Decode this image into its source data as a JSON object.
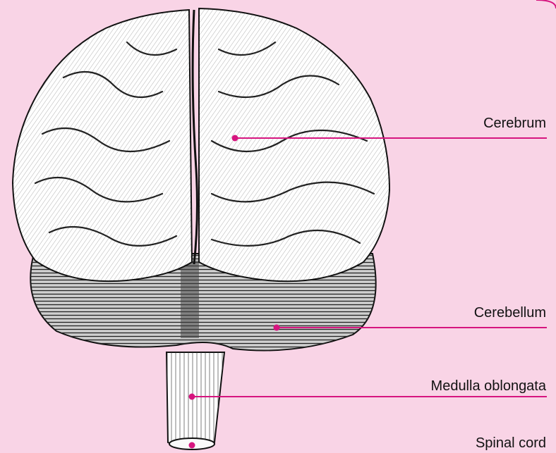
{
  "colors": {
    "background": "#f9d4e6",
    "leader_line": "#d6157f",
    "frame_border": "#d6157f"
  },
  "labels": {
    "cerebrum": "Cerebrum",
    "cerebellum": "Cerebellum",
    "medulla_oblongata": "Medulla oblongata",
    "spinal_cord": "Spinal cord"
  }
}
